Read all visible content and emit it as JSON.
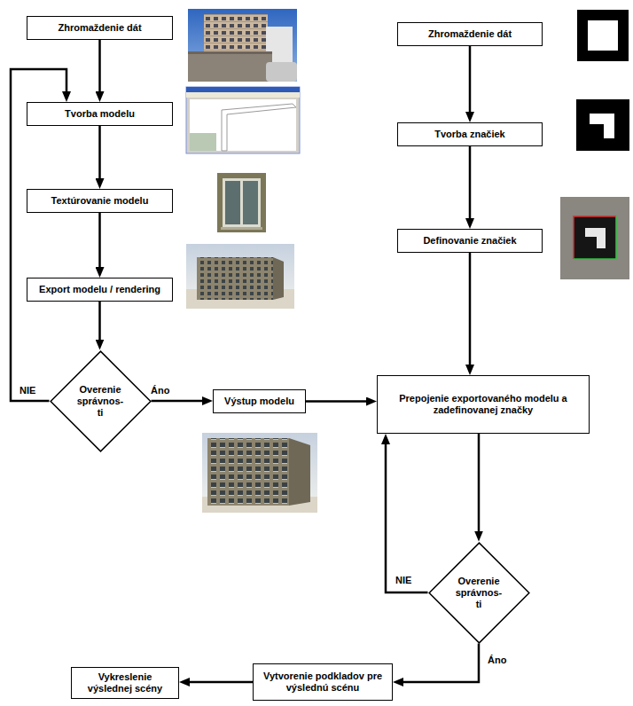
{
  "diagram": {
    "nodes": [
      {
        "text": [
          "Zhromaždenie dát"
        ]
      },
      {
        "text": [
          "Tvorba modelu"
        ]
      },
      {
        "text": [
          "Textúrovanie modelu"
        ]
      },
      {
        "text": [
          "Export modelu / rendering"
        ]
      },
      {
        "text": [
          "Overenie správnos- ti"
        ]
      },
      {
        "text": [
          "Výstup modelu"
        ]
      },
      {
        "text": [
          "Zhromaždenie dát"
        ]
      },
      {
        "text": [
          "Tvorba značiek"
        ]
      },
      {
        "text": [
          "Definovanie značiek"
        ]
      },
      {
        "text": [
          "Prepojenie exportovaného modelu a zadefinovanej značky"
        ]
      },
      {
        "text": [
          "Overenie správnos- ti"
        ]
      },
      {
        "text": [
          "Vytvorenie podkladov pre výslednú scénu"
        ]
      },
      {
        "text": [
          "Vykreslenie výslednej scény"
        ]
      }
    ],
    "edges": [
      {
        "from": 0,
        "to": 1,
        "arrow": "to"
      },
      {
        "from": 1,
        "to": 2,
        "arrow": "to"
      },
      {
        "from": 2,
        "to": 3,
        "arrow": "to"
      },
      {
        "from": 3,
        "to": 4,
        "arrow": "to"
      },
      {
        "from": 4,
        "to": 1,
        "label": "NIE",
        "arrow": "to"
      },
      {
        "from": 4,
        "to": 5,
        "label": "Áno",
        "arrow": "to"
      },
      {
        "from": 5,
        "to": 9,
        "arrow": "to"
      },
      {
        "from": 6,
        "to": 7,
        "arrow": "to"
      },
      {
        "from": 7,
        "to": 8,
        "arrow": "to"
      },
      {
        "from": 8,
        "to": 9,
        "arrow": "to"
      },
      {
        "from": 9,
        "to": 10,
        "arrow": "to"
      },
      {
        "from": 10,
        "to": 9,
        "label": "NIE",
        "arrow": "to"
      },
      {
        "from": 10,
        "to": 11,
        "label": "Áno",
        "arrow": "to"
      },
      {
        "from": 11,
        "to": 12,
        "arrow": "to"
      }
    ]
  }
}
